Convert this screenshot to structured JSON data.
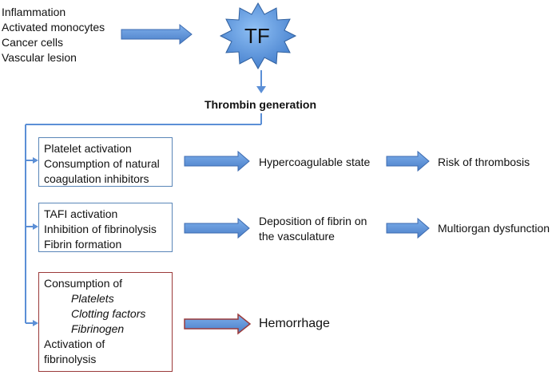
{
  "sources": [
    "Inflammation",
    "Activated monocytes",
    "Cancer cells",
    "Vascular lesion"
  ],
  "tf_label": "TF",
  "thrombin": "Thrombin generation",
  "box1": [
    "Platelet activation",
    "Consumption of natural",
    "coagulation inhibitors"
  ],
  "box2": [
    "TAFI activation",
    "Inhibition of fibrinolysis",
    "Fibrin formation"
  ],
  "box3": {
    "line1": "Consumption of",
    "items": [
      "Platelets",
      "Clotting factors",
      "Fibrinogen"
    ],
    "line2": "Activation of",
    "line3": "fibrinolysis"
  },
  "out1": "Hypercoagulable state",
  "out1b": "Risk of thrombosis",
  "out2": [
    "Deposition of fibrin on",
    "the vasculature"
  ],
  "out2b": "Multiorgan dysfunction",
  "out3": "Hemorrhage",
  "colors": {
    "arrow_fill": "#5b8fd6",
    "arrow_stroke": "#3d6bb0",
    "star_fill": "#4a86d4",
    "red_border": "#9b3a3a"
  }
}
